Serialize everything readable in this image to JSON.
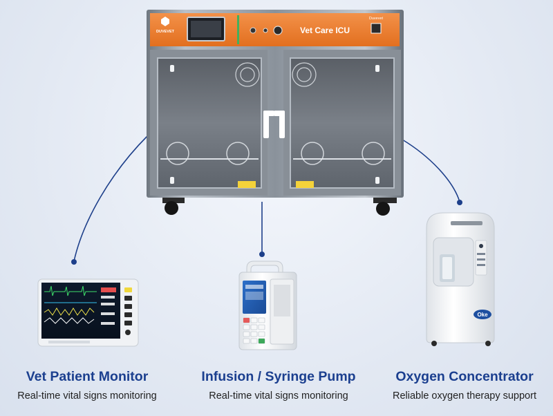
{
  "icu": {
    "panel_text": "Vet Care ICU",
    "brand_logo": "DUVEVET",
    "brand_small": "Duvevet",
    "panel_color": "#ee7d2c"
  },
  "devices": [
    {
      "title": "Vet Patient Monitor",
      "subtitle": "Real-time vital signs monitoring"
    },
    {
      "title": "Infusion / Syringe Pump",
      "subtitle": "Real-time vital signs monitoring"
    },
    {
      "title": "Oxygen Concentrator",
      "subtitle": "Reliable oxygen therapy support"
    }
  ],
  "oxygen_logo": "Oke",
  "colors": {
    "title": "#1b3f8f",
    "connector": "#1d3f8a",
    "background": "#e6ecf5"
  }
}
